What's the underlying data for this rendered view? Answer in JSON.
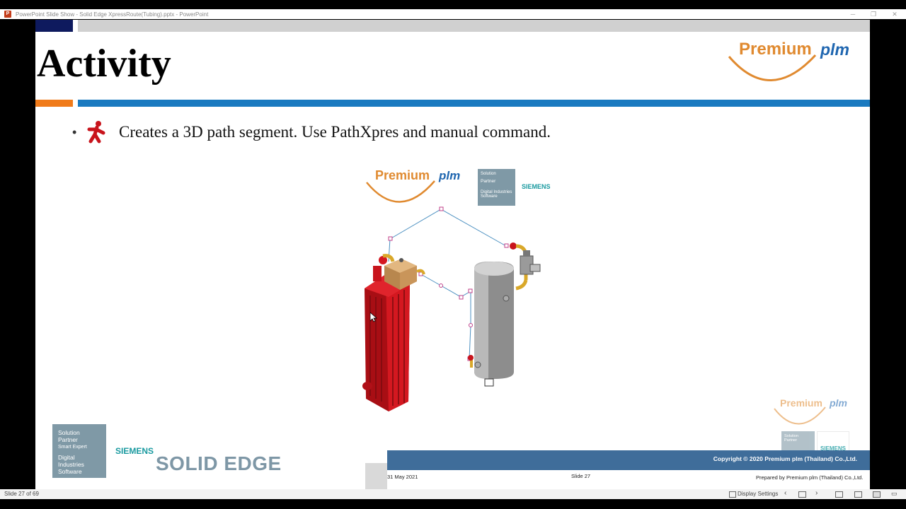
{
  "window": {
    "title": "PowerPoint Slide Show  -  Solid Edge XpressRoute(Tubing).pptx  -  PowerPoint",
    "app_icon": "powerpoint-icon",
    "controls": [
      "minimize-icon",
      "restore-icon",
      "close-icon"
    ]
  },
  "slide": {
    "title": "Activity",
    "bullet": {
      "icon": "activity-figure-icon",
      "text": "Creates a 3D path segment. Use PathXpres and manual command."
    },
    "logo_top_right": {
      "premium": "Premium",
      "plm": "plm"
    },
    "logo_center": {
      "premium": "Premium",
      "plm": "plm"
    },
    "partner_badge_center": {
      "line1": "Solution",
      "line2": "Partner",
      "line3": "Digital Industries",
      "line4": "Software",
      "brand": "SIEMENS"
    },
    "partner_badge_bottom_left": {
      "line1": "Solution",
      "line2": "Partner",
      "line3": "Smart Expert",
      "line4": "Digital Industries",
      "line5": "Software",
      "brand": "SIEMENS",
      "product": "SOLID EDGE"
    },
    "watermark": {
      "premium": "Premium",
      "plm": "plm",
      "box_line1": "Solution",
      "box_line2": "Partner",
      "brand": "SIEMENS"
    },
    "footer": {
      "copyright": "Copyright © 2020 Premium plm (Thailand) Co.,Ltd.",
      "date": "31 May 2021",
      "slide_label": "Slide  27",
      "prepared_by": "Prepared by Premium plm (Thailand) Co.,Ltd."
    },
    "image": "3d-tubing-route-model"
  },
  "statusbar": {
    "slide_counter": "Slide 27 of 69",
    "display_settings": "Display Settings"
  },
  "colors": {
    "title_navy": "#0e1a5e",
    "accent_orange": "#f07b1a",
    "accent_blue": "#1a7ac0",
    "footer_blue": "#3f6d9a",
    "premium_orange": "#e08a30",
    "plm_blue": "#1f66b0",
    "siemens_teal": "#1a9aa0",
    "partner_gray": "#7f99a6",
    "tank_red": "#c8141c"
  }
}
